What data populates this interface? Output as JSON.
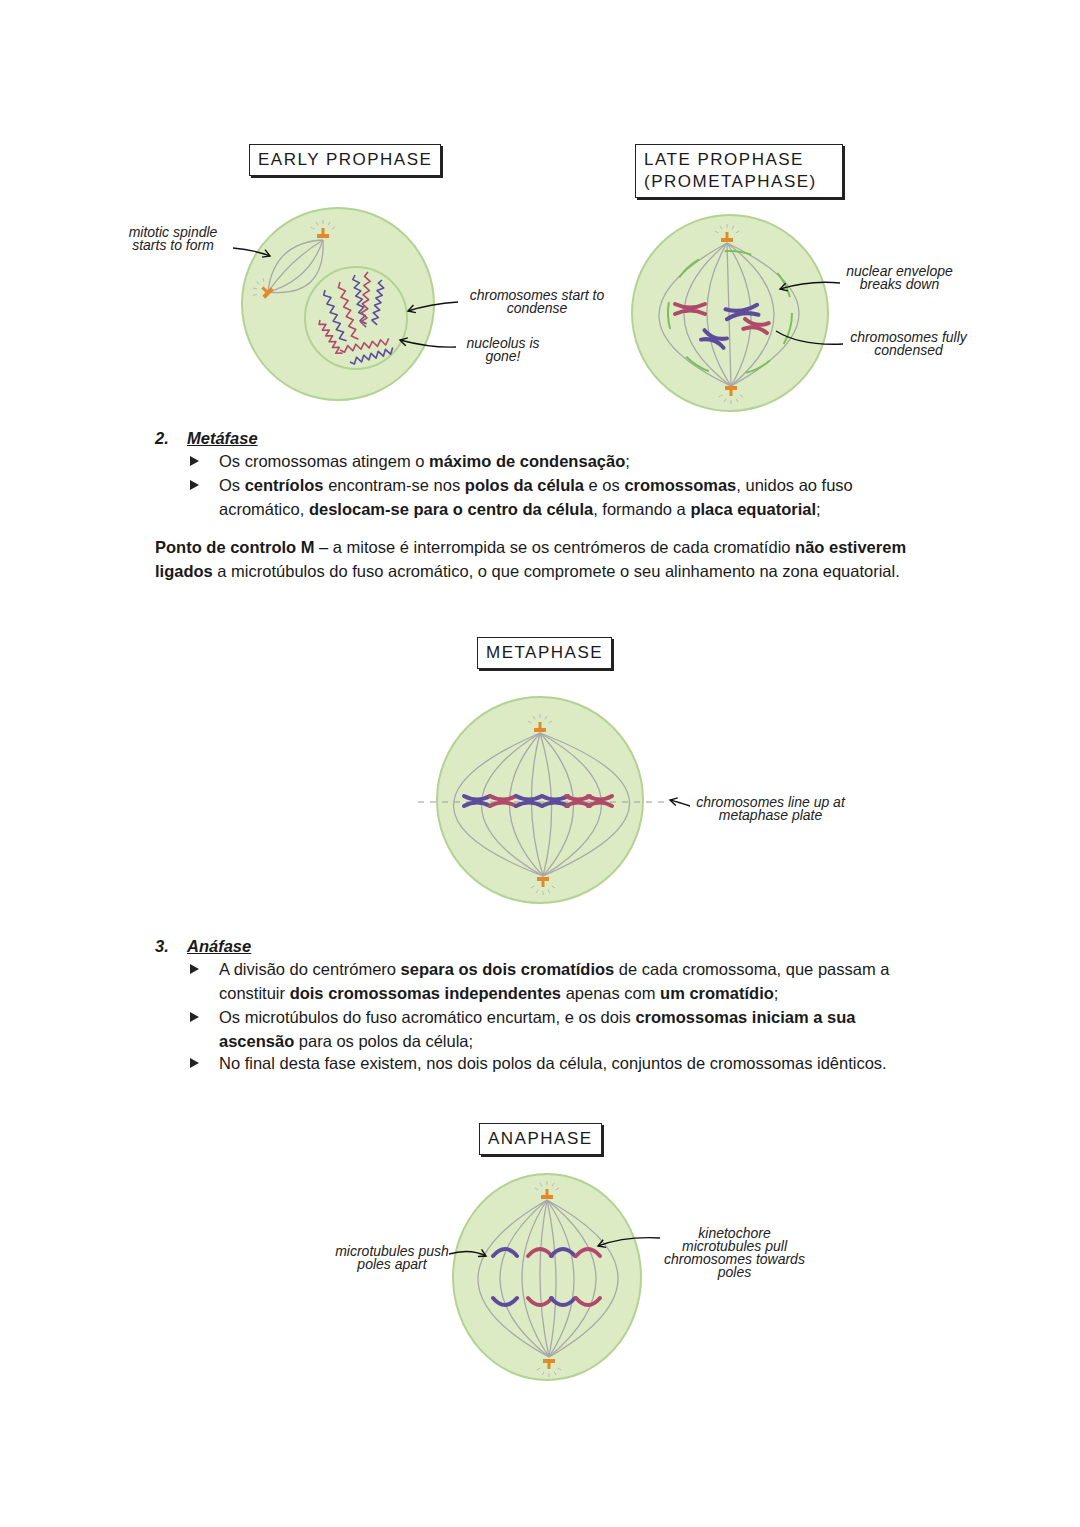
{
  "diagram": {
    "nodes": [
      {
        "text": [
          "EARLY PROPHASE"
        ]
      },
      {
        "text": [
          "LATE PROPHASE (PROMETAPHASE)"
        ]
      },
      {
        "text": [
          "METAPHASE"
        ]
      },
      {
        "text": [
          "ANAPHASE"
        ]
      }
    ],
    "labels": [
      "mitotic spindle starts to form",
      "chromosomes start to condense",
      "nucleolus is gone!",
      "nuclear envelope breaks down",
      "chromosomes fully condensed",
      "2.",
      "Metáfase",
      "Os cromossomas atingem o",
      "máximo de condensação",
      ";",
      "Os",
      "centríolos",
      "encontram-se nos",
      "polos da célula",
      "e os",
      "cromossomas",
      ", unidos ao fuso acromático,",
      "deslocam-se para o centro da célula",
      ", formando a",
      "placa equatorial",
      ";",
      "Ponto de controlo M",
      "– a mitose é interrompida se os centrómeros de cada cromatídio",
      "não estiverem ligados",
      "a microtúbulos do fuso acromático, o que compromete o seu alinhamento na zona equatorial.",
      "chromosomes line up at metaphase plate",
      "3.",
      "Anáfase",
      "A divisão do centrómero",
      "separa os dois cromatídios",
      "de cada cromossoma, que passam a constituir",
      "dois cromossomas independentes",
      "apenas com",
      "um cromatídio",
      ";",
      "Os microtúbulos do fuso acromático encurtam, e os dois",
      "cromossomas iniciam a sua ascensão",
      "para os polos da célula;",
      "No final desta fase existem, nos dois polos da célula, conjuntos de cromossomas idênticos.",
      "microtubules push poles apart",
      "kinetochore microtubules pull chromosomes towards poles"
    ]
  }
}
